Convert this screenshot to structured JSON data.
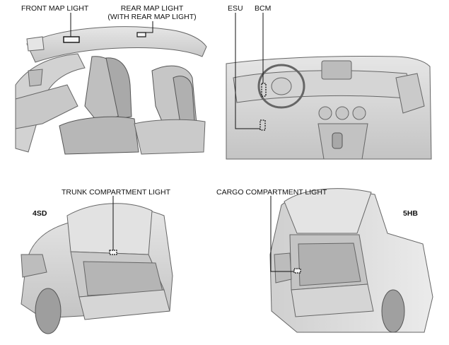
{
  "labels": {
    "front_map_light": "FRONT MAP LIGHT",
    "rear_map_light_line1": "REAR MAP LIGHT",
    "rear_map_light_line2": "(WITH REAR MAP LIGHT)",
    "esu": "ESU",
    "bcm": "BCM",
    "trunk_compartment_light": "TRUNK COMPARTMENT LIGHT",
    "cargo_compartment_light": "CARGO COMPARTMENT LIGHT",
    "sedan_tag": "4SD",
    "hatchback_tag": "5HB"
  },
  "colors": {
    "panel_fill": "#dcdcdc",
    "panel_shadow": "#bdbdbd",
    "outline": "#555555",
    "leader": "#111111"
  }
}
